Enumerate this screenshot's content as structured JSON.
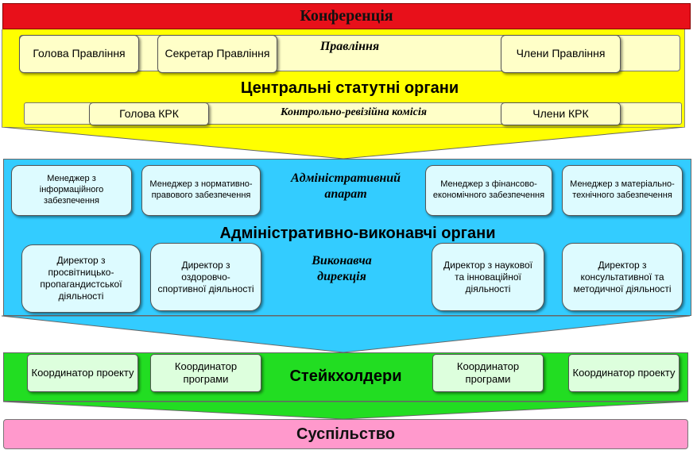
{
  "conference": "Конференція",
  "central": {
    "title": "Центральні статутні органи",
    "board": {
      "label": "Правління",
      "head": "Голова Правління",
      "secretary": "Секретар Правління",
      "members": "Члени Правління"
    },
    "audit": {
      "label": "Контрольно-ревізійна комісія",
      "head": "Голова КРК",
      "members": "Члени КРК"
    }
  },
  "admin": {
    "title": "Адміністративно-виконавчі органи",
    "apparatus": {
      "label": "Адміністративний апарат",
      "managers": [
        "Менеджер з інформаційного забезпечення",
        "Менеджер з нормативно-правового забезпечення",
        "Менеджер з фінансово-економічного забезпечення",
        "Менеджер з матеріально-технічного забезпечення"
      ]
    },
    "directorate": {
      "label": "Виконавча дирекція",
      "directors": [
        "Директор з просвітницько-пропагандистської діяльності",
        "Директор з оздоровчо-спортивної діяльності",
        "Директор з наукової та інноваційної діяльності",
        "Директор з консультативної та методичної діяльності"
      ]
    }
  },
  "stakeholders": {
    "title": "Стейкхолдери",
    "coordinators": [
      "Координатор проекту",
      "Координатор програми",
      "Координатор програми",
      "Координатор проекту"
    ]
  },
  "society": "Суспільство",
  "colors": {
    "conference": "#e8101a",
    "central": "#ffff00",
    "central_box": "#ffffc8",
    "admin": "#33ccff",
    "admin_box": "#ddfbff",
    "stakeholders": "#22dd22",
    "stakeholder_box": "#ddffdd",
    "society": "#ff99cc"
  }
}
